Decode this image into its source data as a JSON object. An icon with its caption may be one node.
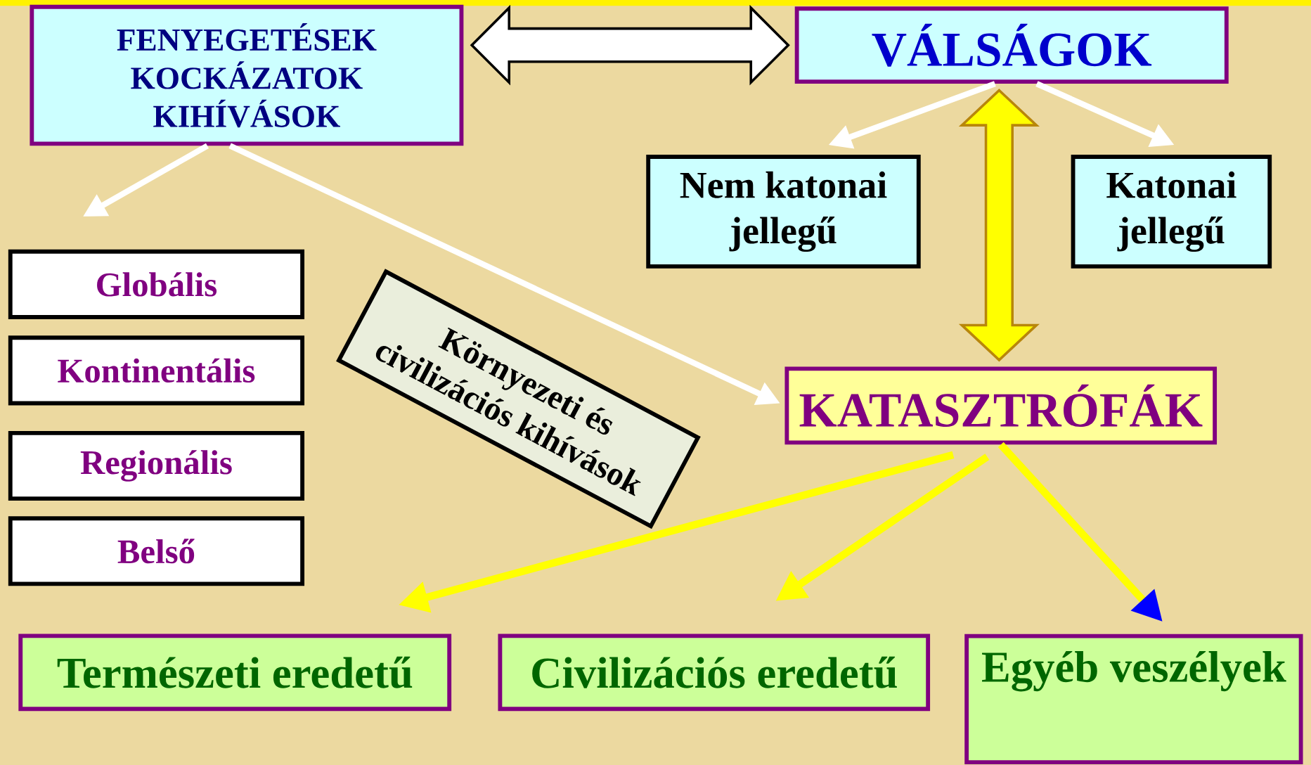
{
  "diagram": {
    "nodes": [
      {
        "text": [
          "FENYEGETÉSEK KOCKÁZATOK KIHÍVÁSOK"
        ]
      },
      {
        "text": [
          "VÁLSÁGOK"
        ]
      },
      {
        "text": [
          "Nem katonai jellegű"
        ]
      },
      {
        "text": [
          "Katonai jellegű"
        ]
      },
      {
        "text": [
          "Globális"
        ]
      },
      {
        "text": [
          "Kontinentális"
        ]
      },
      {
        "text": [
          "Regionális"
        ]
      },
      {
        "text": [
          "Belső"
        ]
      },
      {
        "text": [
          "Környezeti és civilizációs kihívások"
        ]
      },
      {
        "text": [
          "KATASZTRÓFÁK"
        ]
      },
      {
        "text": [
          "Természeti eredetű"
        ]
      },
      {
        "text": [
          "Civilizációs eredetű"
        ]
      },
      {
        "text": [
          "Egyéb veszélyek"
        ]
      }
    ],
    "edges": [
      {
        "from": 0,
        "to": 1,
        "arrow": "both",
        "style": "thick",
        "color": "#000000"
      },
      {
        "from": 1,
        "to": 2,
        "arrow": "to",
        "color": "#ffffff"
      },
      {
        "from": 1,
        "to": 3,
        "arrow": "to",
        "color": "#ffffff"
      },
      {
        "from": 1,
        "to": 9,
        "arrow": "both",
        "style": "thick",
        "color": "#b8860b"
      },
      {
        "from": 0,
        "to": 4,
        "arrow": "to",
        "color": "#ffffff"
      },
      {
        "from": 0,
        "to": 9,
        "arrow": "to",
        "color": "#ffffff"
      },
      {
        "from": 9,
        "to": 10,
        "arrow": "to",
        "color": "#ffff00"
      },
      {
        "from": 9,
        "to": 11,
        "arrow": "to",
        "color": "#ffff00"
      },
      {
        "from": 9,
        "to": 12,
        "arrow": "to",
        "color": "#ffff00"
      }
    ]
  }
}
